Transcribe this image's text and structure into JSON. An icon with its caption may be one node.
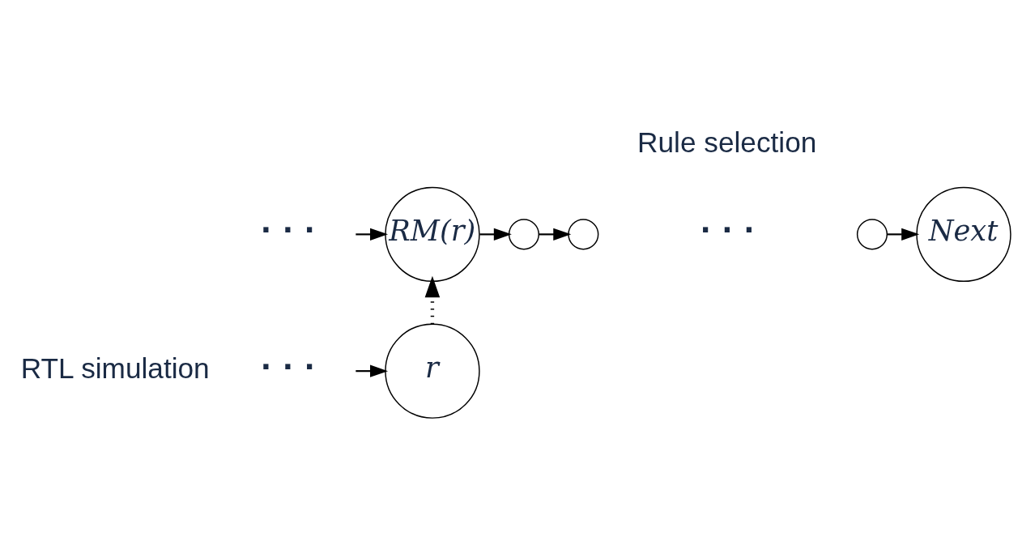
{
  "diagram": {
    "nodes": [
      {
        "text": [
          "RM(r)"
        ]
      },
      {
        "text": [],
        "shape": "circle"
      },
      {
        "text": [],
        "shape": "circle"
      },
      {
        "text": [],
        "shape": "circle"
      },
      {
        "text": [
          "Next"
        ]
      },
      {
        "text": [
          "r"
        ]
      }
    ],
    "edges": [
      {
        "from": null,
        "to": 0,
        "arrow": "to"
      },
      {
        "from": 0,
        "to": 1,
        "arrow": "to"
      },
      {
        "from": 1,
        "to": 2,
        "arrow": "to"
      },
      {
        "from": 3,
        "to": 4,
        "arrow": "to"
      },
      {
        "from": 5,
        "to": 0,
        "arrow": "to",
        "style": "dashed"
      },
      {
        "from": null,
        "to": 5,
        "arrow": "to"
      }
    ],
    "labels": [
      "Rule selection",
      "· · ·",
      "· · ·",
      "RTL simulation",
      "· · ·"
    ]
  }
}
